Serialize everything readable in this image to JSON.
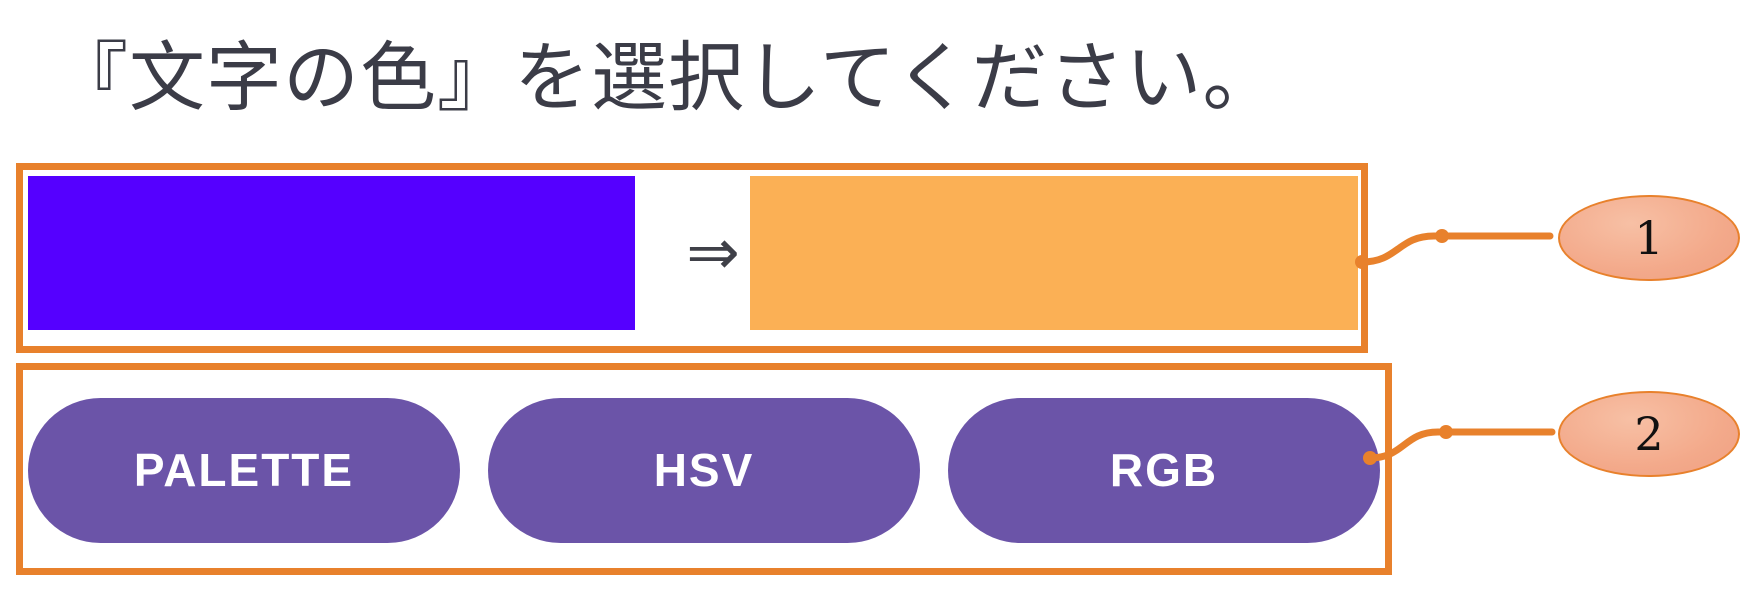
{
  "page": {
    "title": "『文字の色』を選択してください。",
    "background": "#FFFFFF"
  },
  "color_preview": {
    "current_color_label": "",
    "current_color_hex": "#5500FF",
    "arrow_glyph": "⇒",
    "new_color_label": "",
    "new_color_hex": "#FBB055"
  },
  "mode_buttons": [
    {
      "label": "PALETTE",
      "color": "#6B54A8"
    },
    {
      "label": "HSV",
      "color": "#6B54A8"
    },
    {
      "label": "RGB",
      "color": "#6B54A8"
    }
  ],
  "callouts": [
    {
      "number": "1",
      "target": "color-preview-row"
    },
    {
      "number": "2",
      "target": "mode-button-row"
    }
  ],
  "annotation": {
    "outline_color": "#E8812C",
    "callout_fill": "#F3A98A",
    "callout_text_color": "#111111"
  }
}
